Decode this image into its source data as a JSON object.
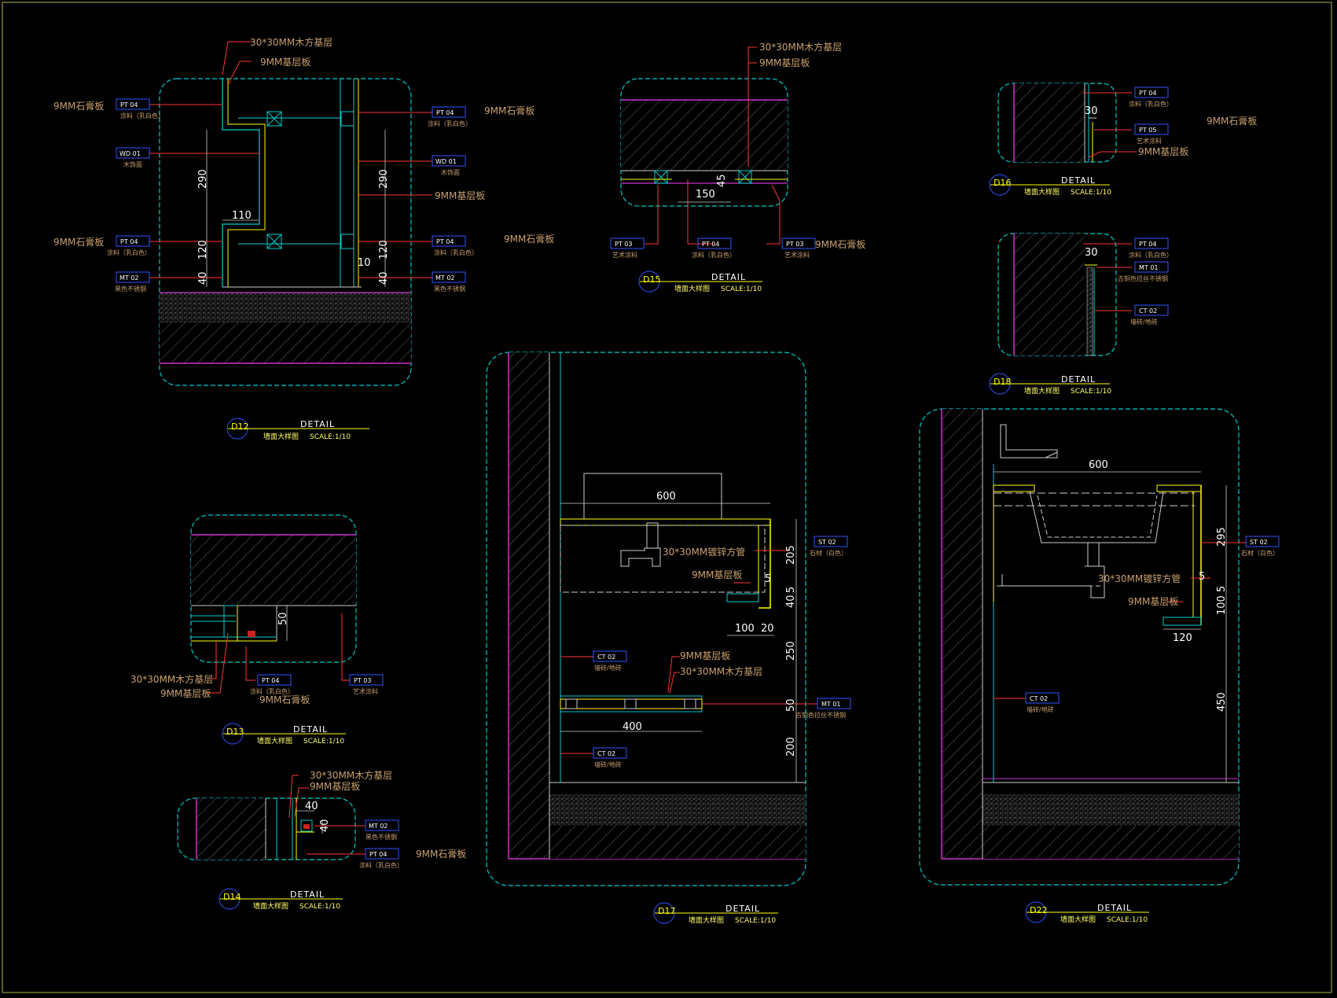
{
  "notes": {
    "wood_base": "30*30MM木方基层",
    "ply9": "9MM基层板",
    "gypsum": "9MM石膏板",
    "pipe": "30*30MM镀锌方管"
  },
  "tags": {
    "pt04": "PT 04",
    "pt03": "PT 03",
    "wd01": "WD 01",
    "mt02": "MT 02",
    "mt01": "MT 01",
    "st02": "ST 02",
    "ct02": "CT 02",
    "pt05": "PT 05"
  },
  "tag_desc": {
    "paint_white": "涂料（乳白色）",
    "wood_veneer": "木饰面",
    "black_steel": "黑色不锈钢",
    "art_paint": "艺术涂料",
    "stone_white": "石材（白色）",
    "tile": "墙砖/地砖",
    "bronze_steel": "古铜色拉丝不锈钢",
    "bronze_steel2": "古铜色拉丝不锈钢"
  },
  "dims": {
    "d290": "290",
    "d110": "110",
    "d120": "120",
    "d40": "40",
    "d10": "10",
    "d150": "150",
    "d45": "45",
    "d30": "30",
    "d50": "50",
    "d600": "600",
    "d205": "205",
    "d5": "5",
    "d100": "100",
    "d20": "20",
    "d250": "250",
    "d400": "400",
    "d200": "200",
    "d295": "295",
    "d450": "450"
  },
  "titles": {
    "detail": "DETAIL",
    "subtitle": "墙面大样图",
    "scale": "SCALE:1/10",
    "d12": "D12",
    "d13": "D13",
    "d14": "D14",
    "d15": "D15",
    "d16": "D16",
    "d17": "D17",
    "d18": "D18",
    "d22": "D22"
  },
  "colors": {
    "background": "#000000",
    "viewport_border": "#00cccc",
    "wall_hatch": "#ffffff",
    "finish_line": "#cc33cc",
    "leader": "#ff3333",
    "construction": "#00cccc",
    "annotation_text": "#c8a06e",
    "dimension_text": "#ffffff",
    "title_text": "#ffff00",
    "tag_box": "#3355ff"
  }
}
